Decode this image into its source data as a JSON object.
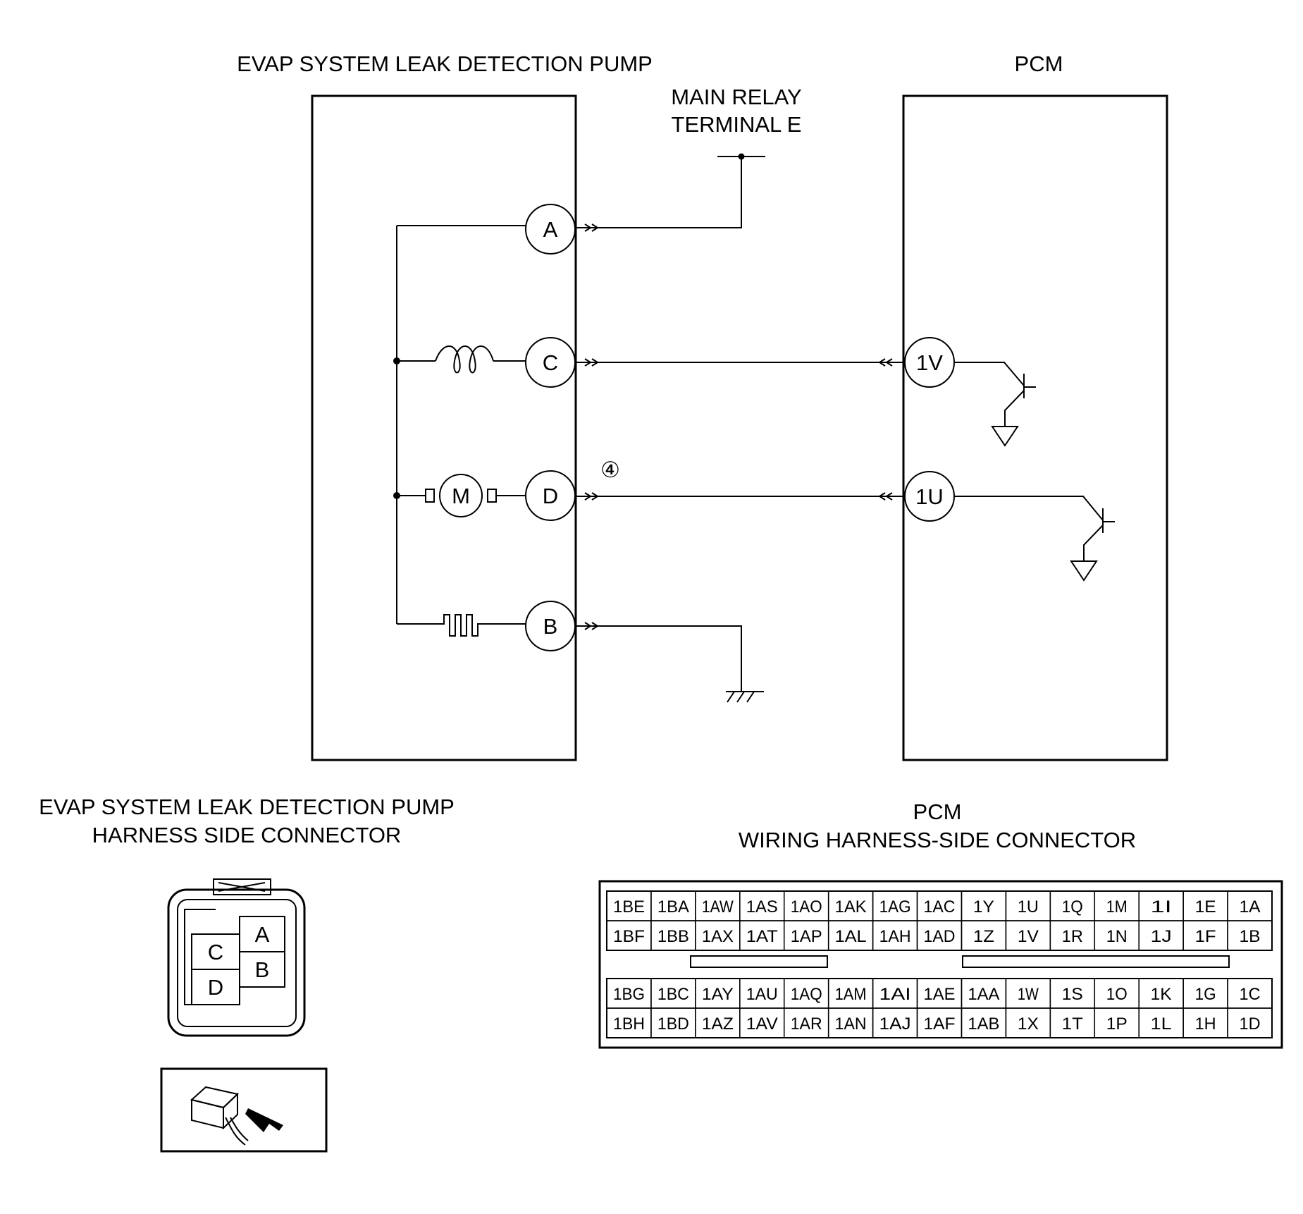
{
  "titles": {
    "pump": "EVAP SYSTEM LEAK DETECTION PUMP",
    "pcm": "PCM",
    "main_relay_line1": "MAIN RELAY",
    "main_relay_line2": "TERMINAL E",
    "pump_connector_line1": "EVAP SYSTEM LEAK DETECTION PUMP",
    "pump_connector_line2": "HARNESS SIDE CONNECTOR",
    "pcm_connector_line1": "PCM",
    "pcm_connector_line2": "WIRING HARNESS-SIDE CONNECTOR"
  },
  "pump_pins": {
    "a": "A",
    "c": "C",
    "d": "D",
    "b": "B"
  },
  "motor_label": "M",
  "circuit_marker": "④",
  "pcm_pins": {
    "v": "1V",
    "u": "1U"
  },
  "pump_connector_pins": {
    "a": "A",
    "b": "B",
    "c": "C",
    "d": "D"
  },
  "pcm_connector": {
    "upper": [
      [
        "1BE",
        "1BA",
        "1AW",
        "1AS",
        "1AO",
        "1AK",
        "1AG",
        "1AC",
        "1Y",
        "1U",
        "1Q",
        "1M",
        "1I",
        "1E",
        "1A"
      ],
      [
        "1BF",
        "1BB",
        "1AX",
        "1AT",
        "1AP",
        "1AL",
        "1AH",
        "1AD",
        "1Z",
        "1V",
        "1R",
        "1N",
        "1J",
        "1F",
        "1B"
      ]
    ],
    "lower": [
      [
        "1BG",
        "1BC",
        "1AY",
        "1AU",
        "1AQ",
        "1AM",
        "1AI",
        "1AE",
        "1AA",
        "1W",
        "1S",
        "1O",
        "1K",
        "1G",
        "1C"
      ],
      [
        "1BH",
        "1BD",
        "1AZ",
        "1AV",
        "1AR",
        "1AN",
        "1AJ",
        "1AF",
        "1AB",
        "1X",
        "1T",
        "1P",
        "1L",
        "1H",
        "1D"
      ]
    ]
  }
}
